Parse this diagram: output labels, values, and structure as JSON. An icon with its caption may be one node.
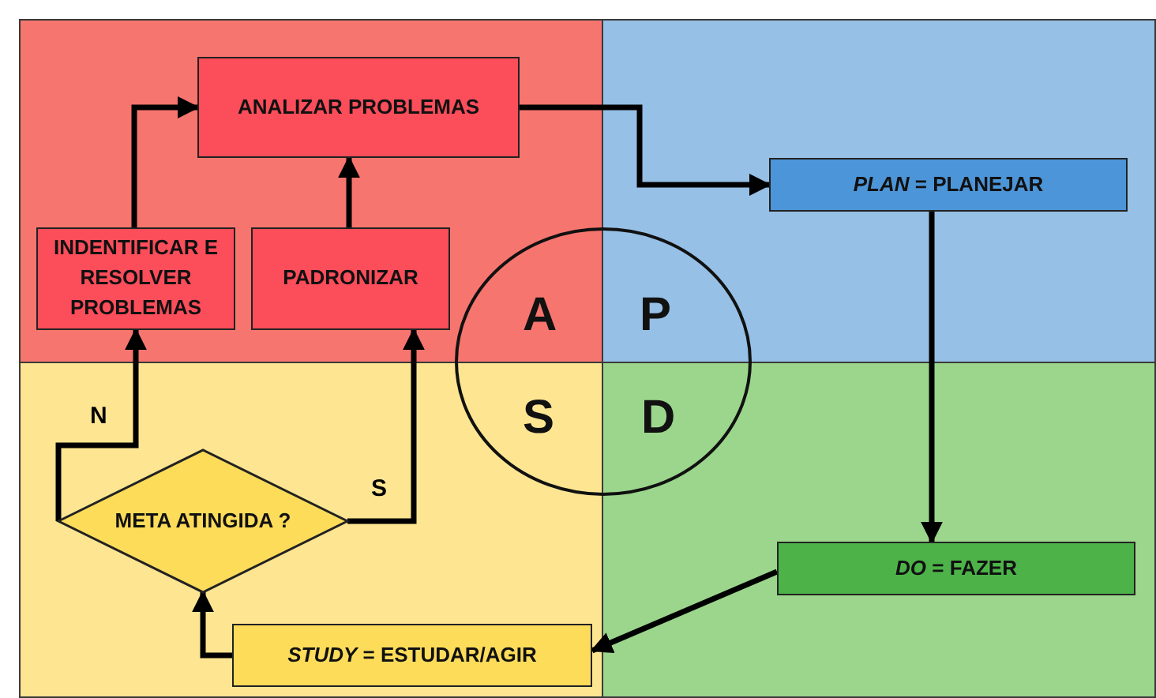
{
  "diagram": {
    "nodes": [
      {
        "text": [
          "ANALIZAR PROBLEMAS"
        ]
      },
      {
        "text": [
          "*PLAN* = PLANEJAR"
        ]
      },
      {
        "text": [
          "INDENTIFICAR E RESOLVER PROBLEMAS"
        ]
      },
      {
        "text": [
          "PADRONIZAR"
        ]
      },
      {
        "text": [
          "A",
          "P",
          "S",
          "D"
        ]
      },
      {
        "text": [
          "META ATINGIDA ?"
        ]
      },
      {
        "text": [
          "*DO* = FAZER"
        ]
      },
      {
        "text": [
          "*STUDY* = ESTUDAR/AGIR"
        ]
      }
    ],
    "edges": [
      {
        "from": 0,
        "to": 1,
        "arrow": "to"
      },
      {
        "from": 1,
        "to": 6,
        "arrow": "to"
      },
      {
        "from": 6,
        "to": 7,
        "arrow": "to"
      },
      {
        "from": 7,
        "to": 5,
        "arrow": "to"
      },
      {
        "from": 5,
        "to": 2,
        "arrow": "to",
        "label": "N"
      },
      {
        "from": 5,
        "to": 3,
        "arrow": "to",
        "label": "S"
      },
      {
        "from": 2,
        "to": 0,
        "arrow": "to"
      },
      {
        "from": 3,
        "to": 0,
        "arrow": "to"
      }
    ]
  }
}
